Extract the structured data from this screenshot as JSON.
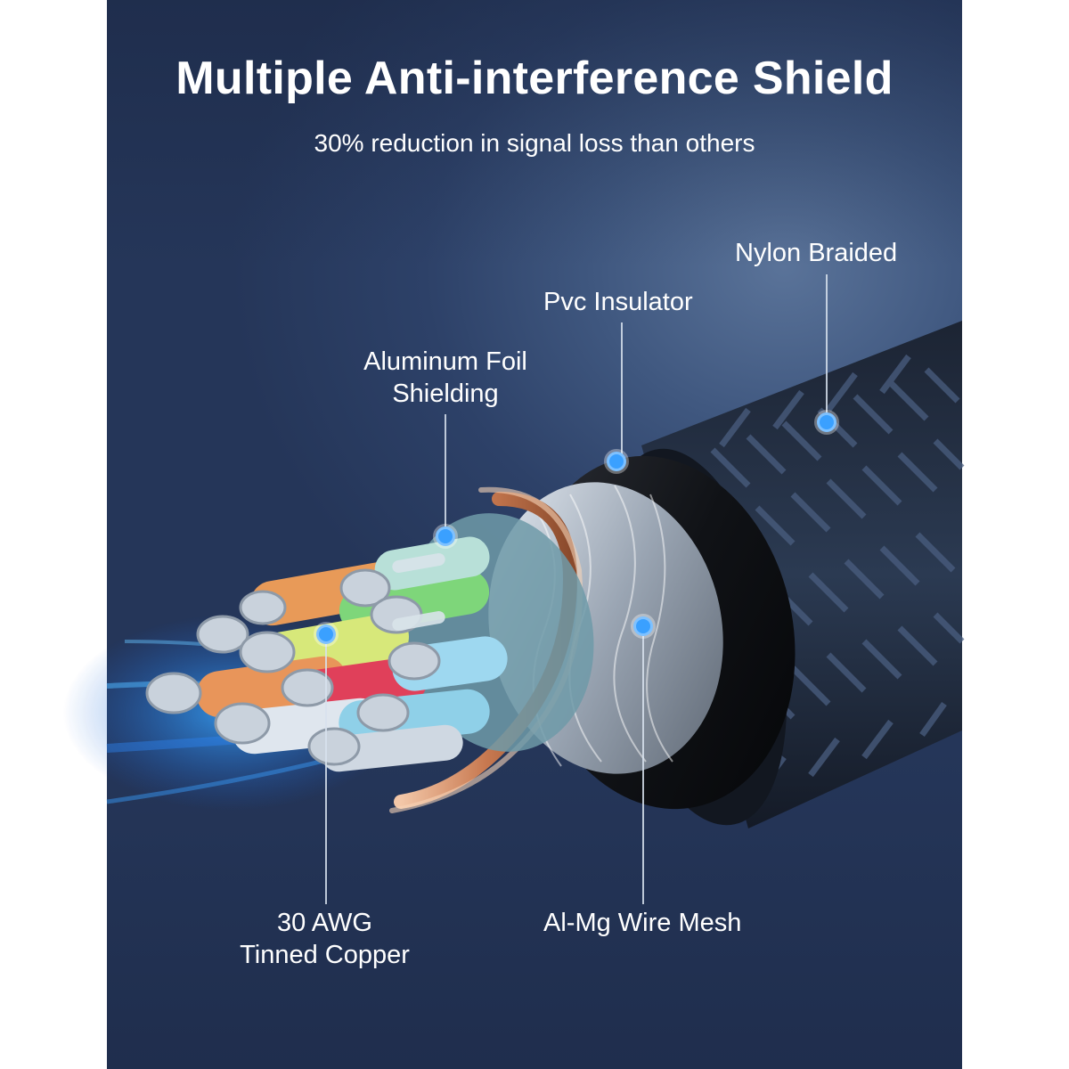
{
  "header": {
    "title": "Multiple Anti-interference Shield",
    "subtitle": "30% reduction in signal loss than others"
  },
  "labels": {
    "nylon": "Nylon Braided",
    "pvc": "Pvc Insulator",
    "foil_line1": "Aluminum Foil",
    "foil_line2": "Shielding",
    "awg_line1": "30 AWG",
    "awg_line2": "Tinned Copper",
    "mesh": "Al-Mg Wire Mesh"
  },
  "colors": {
    "background": "#2d4168",
    "callout_dot": "#3aa0ff",
    "text": "#ffffff"
  }
}
